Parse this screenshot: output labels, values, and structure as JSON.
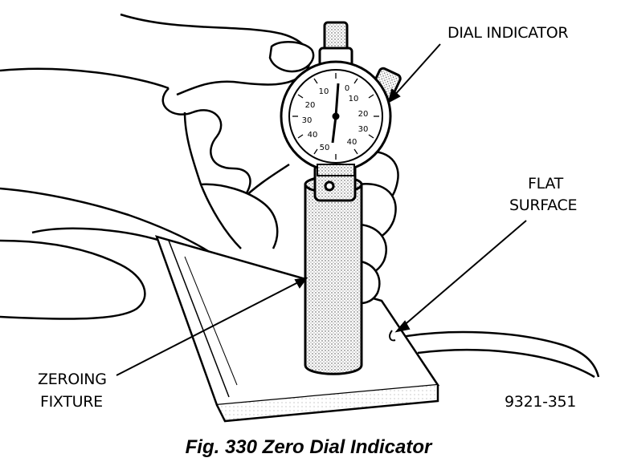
{
  "labels": {
    "dial_indicator": "DIAL INDICATOR",
    "flat_surface_line1": "FLAT",
    "flat_surface_line2": "SURFACE",
    "zeroing_fixture_line1": "ZEROING",
    "zeroing_fixture_line2": "FIXTURE",
    "figure_code": "9321-351"
  },
  "dial": {
    "left_numbers": [
      "10",
      "20",
      "30",
      "40"
    ],
    "right_numbers": [
      "10",
      "20",
      "30",
      "40"
    ],
    "top_number": "0",
    "bottom_number": "50"
  },
  "caption": "Fig. 330 Zero Dial Indicator"
}
